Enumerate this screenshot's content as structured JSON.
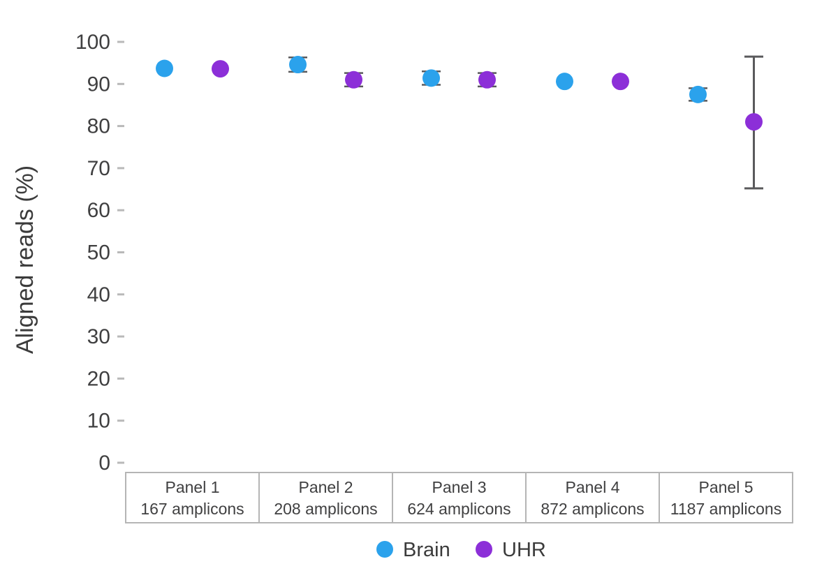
{
  "chart_data": {
    "type": "scatter",
    "title": "",
    "xlabel": "",
    "ylabel": "Aligned reads (%)",
    "ylim": [
      0,
      100
    ],
    "yticks": [
      0,
      10,
      20,
      30,
      40,
      50,
      60,
      70,
      80,
      90,
      100
    ],
    "grid": false,
    "legend_position": "bottom",
    "categories": [
      "Panel 1",
      "Panel 2",
      "Panel 3",
      "Panel 4",
      "Panel 5"
    ],
    "category_sublabels": [
      "167 amplicons",
      "208 amplicons",
      "624 amplicons",
      "872 amplicons",
      "1187 amplicons"
    ],
    "series": [
      {
        "name": "Brain",
        "color": "#2BA2EC",
        "values": [
          93.7,
          94.6,
          91.4,
          90.6,
          87.5
        ],
        "error_low": [
          null,
          92.9,
          89.8,
          null,
          86.0
        ],
        "error_high": [
          null,
          96.3,
          93.0,
          null,
          89.0
        ]
      },
      {
        "name": "UHR",
        "color": "#8C2FD8",
        "values": [
          93.6,
          91.0,
          91.0,
          90.6,
          81.0
        ],
        "error_low": [
          null,
          89.4,
          89.4,
          null,
          65.2
        ],
        "error_high": [
          null,
          92.6,
          92.6,
          null,
          96.5
        ]
      }
    ]
  },
  "legend": {
    "items": [
      {
        "label": "Brain",
        "color": "#2BA2EC"
      },
      {
        "label": "UHR",
        "color": "#8C2FD8"
      }
    ]
  },
  "colors": {
    "background": "#FFFFFF",
    "brain": "#2BA2EC",
    "uhr": "#8C2FD8",
    "axis_text": "#404041",
    "tick_dash": "#B9B9B9",
    "box_border": "#B5B5B5",
    "error_bar": "#5A5A5C"
  }
}
